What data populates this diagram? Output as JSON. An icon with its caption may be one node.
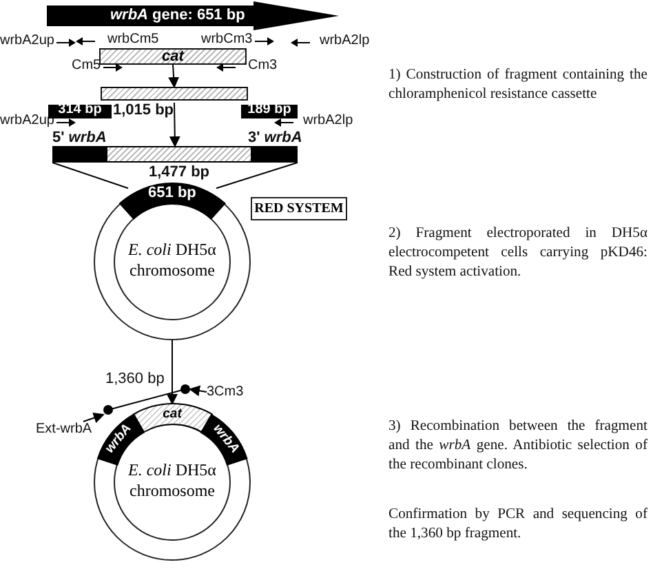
{
  "diagram": {
    "nodes": [
      {
        "text": [
          "*wrbA* gene: 651 bp"
        ]
      },
      {
        "text": [
          "cat"
        ]
      },
      {
        "text": [],
        "shape": "bar",
        "beside": [
          "1,015 bp"
        ]
      },
      {
        "text": [
          "314 bp"
        ]
      },
      {
        "text": [
          "189 bp"
        ]
      },
      {
        "text": [],
        "shape": "bar",
        "beside": [
          "5' *wrbA*",
          "3' *wrbA*",
          "1,477 bp"
        ]
      },
      {
        "text": [
          "651 bp"
        ],
        "in": 7
      },
      {
        "text": [
          "*E. coli* DH5α chromosome"
        ]
      },
      {
        "text": [
          "RED SYSTEM"
        ]
      },
      {
        "text": [
          "Ext-wrbA"
        ]
      },
      {
        "text": [],
        "shape": "circle"
      },
      {
        "text": [],
        "shape": "circle"
      },
      {
        "text": [
          "3Cm3"
        ]
      },
      {
        "text": [
          "wrbA"
        ],
        "in": 16
      },
      {
        "text": [
          "cat"
        ],
        "in": 16
      },
      {
        "text": [
          "wrbA"
        ],
        "in": 16
      },
      {
        "text": [
          "*E. coli* DH5α chromosome"
        ]
      }
    ],
    "edges": [
      {
        "from": 1,
        "to": 2,
        "arrow": "to"
      },
      {
        "from": 2,
        "to": 5,
        "arrow": "to"
      },
      {
        "from": 5,
        "to": 6,
        "arrow": "none"
      },
      {
        "from": 5,
        "to": 6,
        "arrow": "none"
      },
      {
        "from": 7,
        "to": 16,
        "arrow": "to"
      },
      {
        "from": 9,
        "to": 10,
        "arrow": "to"
      },
      {
        "from": 12,
        "to": 11,
        "arrow": "to"
      },
      {
        "from": 10,
        "to": 11,
        "arrow": "none",
        "label": "1,360 bp"
      }
    ],
    "labels": [
      "wrbA2up",
      "wrbCm5",
      "wrbCm3",
      "wrbA2lp",
      "Cm5",
      "Cm3",
      "wrbA2up",
      "wrbA2lp",
      "1) Construction of fragment containing the chloramphenicol resistance cassette",
      "2) Fragment electroporated in DH5α electrocompetent cells carrying pKD46: Red system activation.",
      "3) Recombination between the fragment and the *wrbA* gene. Antibiotic selection of the recombinant clones.",
      "Confirmation by PCR and sequencing of the 1,360 bp fragment."
    ]
  }
}
